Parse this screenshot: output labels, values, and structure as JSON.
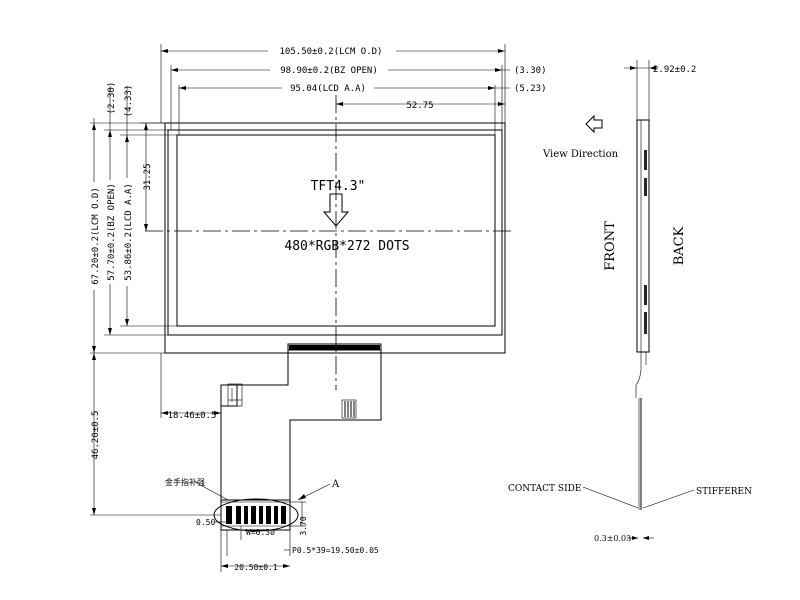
{
  "labels": {
    "dim_lcm_od_w": "105.50±0.2(LCM O.D)",
    "dim_bz_open_w": "98.90±0.2(BZ OPEN)",
    "dim_bz_open_w_right": "(3.30)",
    "dim_lcd_aa_w": "95.04(LCD A.A)",
    "dim_lcd_aa_w_right": "(5.23)",
    "dim_half_w": "52.75",
    "dim_lcm_od_h": "67.20±0.2(LCM O.D)",
    "dim_bz_open_h": "57.70±0.2(BZ OPEN)",
    "dim_lcd_aa_h": "53.86±0.2(LCD A.A)",
    "dim_top_gap_1": "(2.30)",
    "dim_top_gap_2": "(4.33)",
    "dim_half_h": "31.25",
    "panel_title": "TFT4.3\"",
    "panel_resolution": "480*RGB*272 DOTS",
    "dim_fpc_offset": "18.46±0.5",
    "dim_fpc_length": "46.20±0.5",
    "fpc_note": "金手指补强",
    "detail_marker": "A",
    "dim_pin_left": "0.50",
    "dim_pin_width": "W=0.30",
    "dim_pin_height": "3.70",
    "dim_pitch": "P0.5*39=19.50±0.05",
    "dim_connector_width": "20.50±0.1",
    "dim_thickness": "2.92±0.2",
    "view_direction": "View Direction",
    "front": "FRONT",
    "back": "BACK",
    "contact_side": "CONTACT SIDE",
    "stiffener": "STIFFEREN",
    "dim_fpc_thickness": "0.3±0.03"
  }
}
